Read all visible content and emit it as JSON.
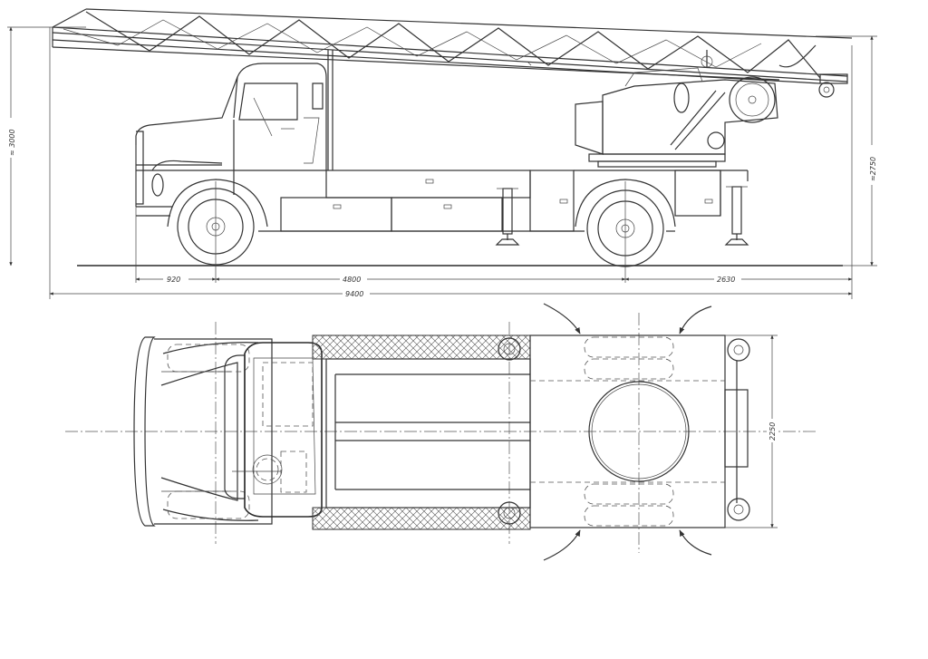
{
  "dimensions": {
    "front_overhang": "920",
    "wheelbase": "4800",
    "rear_overhang": "2630",
    "overall_length": "9400",
    "overall_height": "≈ 3000",
    "ladder_height": "≈2750",
    "overall_width": "2250"
  },
  "colors": {
    "line": "#333333",
    "paper": "#ffffff"
  }
}
